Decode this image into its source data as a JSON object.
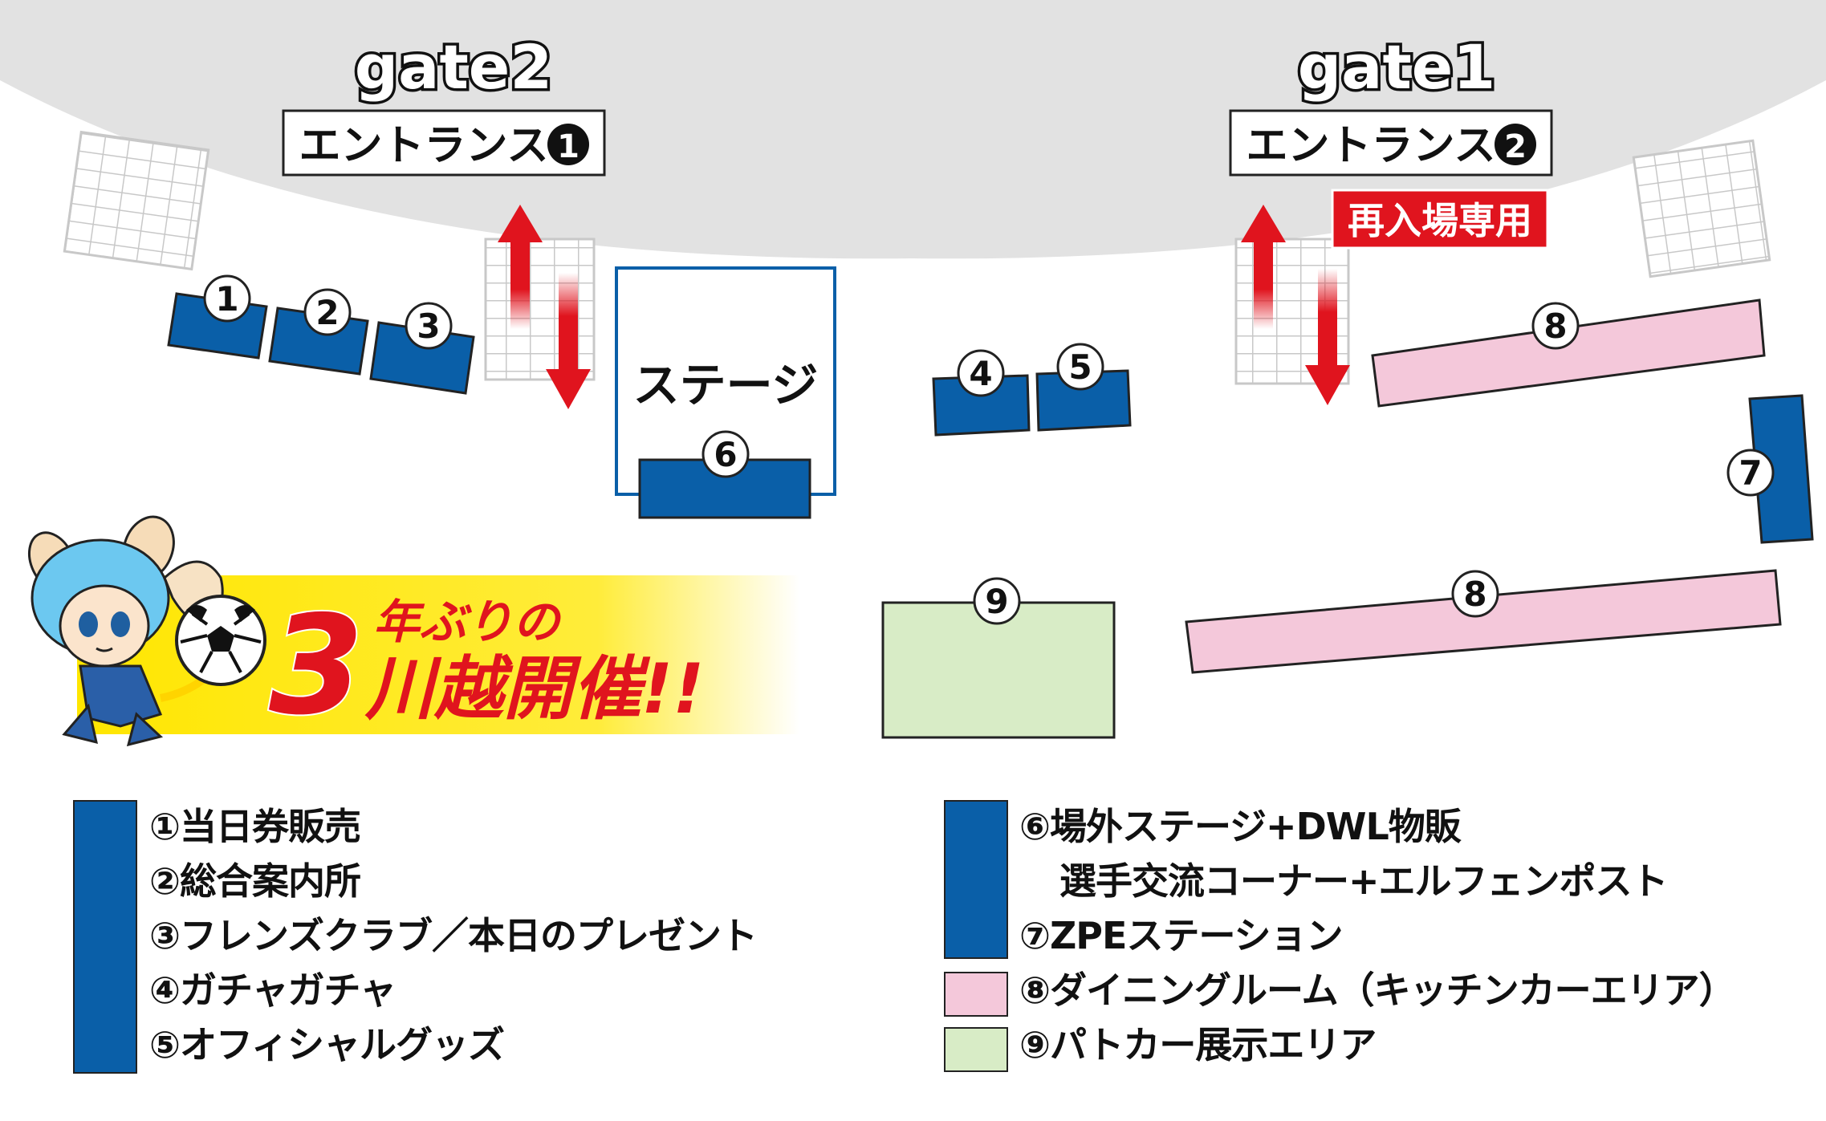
{
  "colors": {
    "stand": "#e2e2e2",
    "blue_booth": "#0a5fa8",
    "pink_booth": "#f4c8da",
    "green_booth": "#d8ecc6",
    "arrow_red": "#e0141e",
    "banner_yellow": "#ffe600",
    "headline_red": "#e0141e"
  },
  "gates": [
    {
      "id": "gate2",
      "label": "gate2",
      "entrance": "エントランス",
      "entrance_num": "1"
    },
    {
      "id": "gate1",
      "label": "gate1",
      "entrance": "エントランス",
      "entrance_num": "2"
    }
  ],
  "reentry_note": "再入場専用",
  "stage_label": "ステージ",
  "markers": {
    "m1": "1",
    "m2": "2",
    "m3": "3",
    "m4": "4",
    "m5": "5",
    "m6": "6",
    "m7": "7",
    "m8a": "8",
    "m8b": "8",
    "m9": "9"
  },
  "banner": {
    "big_number": "3",
    "line1": "年ぶりの",
    "line2": "川越開催!!"
  },
  "legend_left": [
    "①当日券販売",
    "②総合案内所",
    "③フレンズクラブ／本日のプレゼント",
    "④ガチャガチャ",
    "⑤オフィシャルグッズ"
  ],
  "legend_right": [
    "⑥場外ステージ+DWL物販",
    "選手交流コーナー+エルフェンポスト",
    "⑦ZPEステーション",
    "⑧ダイニングルーム（キッチンカーエリア）",
    "⑨パトカー展示エリア"
  ]
}
